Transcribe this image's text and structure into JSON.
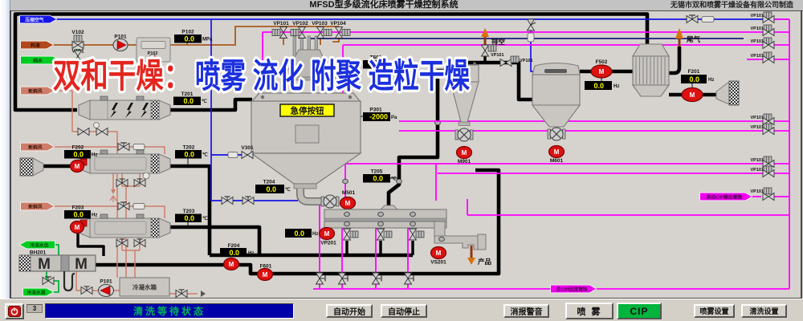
{
  "title_bar": {
    "title": "MFSD型多级流化床喷雾干燥控制系统",
    "manufacturer": "无锡市双和喷雾干燥设备有限公司制造"
  },
  "watermark": {
    "red_text": "双和干燥：",
    "blue_text": "喷雾 流化 附聚 造粒干燥",
    "red_color": "#e3251e",
    "blue_color": "#1b2fdd"
  },
  "glyphs": {
    "motor": "M"
  },
  "tags": [
    {
      "text": "压缩空气",
      "color": "#1414e6"
    },
    {
      "text": "料液",
      "color": "#b0481a"
    },
    {
      "text": "纯水",
      "color": "#00cc22"
    },
    {
      "text": "新鲜风",
      "color": "#cd7d69"
    },
    {
      "text": "新鲜风",
      "color": "#cd7d69"
    },
    {
      "text": "新鲜风",
      "color": "#cd7d69"
    },
    {
      "text": "冷冻水出",
      "color": "#00cc22"
    },
    {
      "text": "冷冻水进",
      "color": "#00cc22"
    },
    {
      "text": "来自CIP输出管路",
      "color": "#ee00ee"
    },
    {
      "text": "去CIP回流管路",
      "color": "#ee00ee"
    }
  ],
  "flow_labels": {
    "vent": "排空",
    "tail_gas": "尾气",
    "product": "产品"
  },
  "equipment": {
    "estop": "急停按钮",
    "condensate_tank": "冷凝水箱",
    "dehumidifier": "BH201"
  },
  "displays": [
    {
      "label": "P102",
      "value": "0.0",
      "unit": "MPa"
    },
    {
      "label": "T201",
      "value": "0.0",
      "unit": "℃"
    },
    {
      "label": "F202",
      "value": "0.0",
      "unit": "Hz"
    },
    {
      "label": "T202",
      "value": "0.0",
      "unit": "℃"
    },
    {
      "label": "F203",
      "value": "0.0",
      "unit": "Hz"
    },
    {
      "label": "T203",
      "value": "0.0",
      "unit": "℃"
    },
    {
      "label": "T601",
      "value": "0.0",
      "unit": "℃"
    },
    {
      "label": "P301",
      "value": "-2000",
      "unit": "Pa"
    },
    {
      "label": "T204",
      "value": "0.0",
      "unit": "℃"
    },
    {
      "label": "T205",
      "value": "0.0",
      "unit": "℃"
    },
    {
      "label": "F502",
      "value": "0.0",
      "unit": "Hz"
    },
    {
      "label": "F201",
      "value": "0.0",
      "unit": "Hz"
    },
    {
      "label": "VP201",
      "value": "0.0",
      "unit": "Hz"
    },
    {
      "label": "F204",
      "value": "0.0",
      "unit": "Hz"
    }
  ],
  "motors": {
    "m501": "M501",
    "m901": "M901",
    "m601": "M601",
    "vs201": "VS201",
    "f601": "F601"
  },
  "pumps": {
    "p101_top": "P101",
    "p102_gauge": "P102",
    "p101_bottom": "P101"
  },
  "valves": {
    "v102": "V102",
    "v101": "V101",
    "vp101": "VP101",
    "vp102": "VP102",
    "vp103": "VP103",
    "vp104": "VP104",
    "vent_valve": "VP101",
    "duct_valve": "VP101",
    "v301": "V301",
    "right_rows": [
      "VP101",
      "VP101",
      "VP101",
      "VP101",
      "VP101",
      "VP101",
      "VP101",
      "VP101",
      "VP101"
    ]
  },
  "toolbar": {
    "counter": "3",
    "status": "清洗等待状态",
    "buttons": [
      "自动开始",
      "自动停止",
      "消报警音",
      "喷 雾",
      "CIP",
      "喷雾设置",
      "清洗设置"
    ],
    "cip_color": "#00b43c"
  }
}
